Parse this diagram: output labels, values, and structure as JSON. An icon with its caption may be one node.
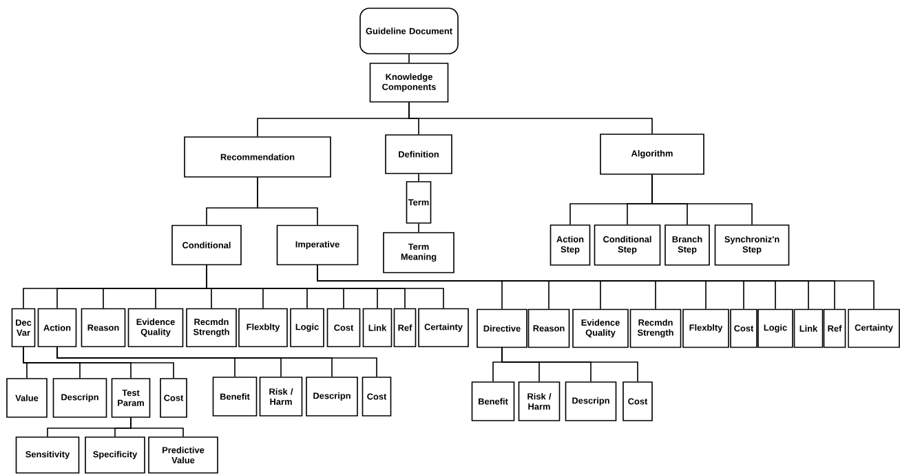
{
  "diagram": {
    "nodes": [
      {
        "text": [
          "Guideline Document"
        ]
      },
      {
        "text": [
          "Knowledge Components"
        ]
      },
      {
        "text": [
          "Recommendation"
        ]
      },
      {
        "text": [
          "Definition"
        ]
      },
      {
        "text": [
          "Algorithm"
        ]
      },
      {
        "text": [
          "Term"
        ]
      },
      {
        "text": [
          "Term Meaning"
        ]
      },
      {
        "text": [
          "Action Step"
        ]
      },
      {
        "text": [
          "Conditional Step"
        ]
      },
      {
        "text": [
          "Branch Step"
        ]
      },
      {
        "text": [
          "Synchroniz'n Step"
        ]
      },
      {
        "text": [
          "Conditional"
        ]
      },
      {
        "text": [
          "Imperative"
        ]
      },
      {
        "text": [
          "Dec Var"
        ]
      },
      {
        "text": [
          "Action"
        ]
      },
      {
        "text": [
          "Reason"
        ]
      },
      {
        "text": [
          "Evidence Quality"
        ]
      },
      {
        "text": [
          "Recmdn Strength"
        ]
      },
      {
        "text": [
          "Flexblty"
        ]
      },
      {
        "text": [
          "Logic"
        ]
      },
      {
        "text": [
          "Cost"
        ]
      },
      {
        "text": [
          "Link"
        ]
      },
      {
        "text": [
          "Ref"
        ]
      },
      {
        "text": [
          "Certainty"
        ]
      },
      {
        "text": [
          "Directive"
        ]
      },
      {
        "text": [
          "Reason"
        ]
      },
      {
        "text": [
          "Evidence Quality"
        ]
      },
      {
        "text": [
          "Recmdn Strength"
        ]
      },
      {
        "text": [
          "Flexblty"
        ]
      },
      {
        "text": [
          "Cost"
        ]
      },
      {
        "text": [
          "Logic"
        ]
      },
      {
        "text": [
          "Link"
        ]
      },
      {
        "text": [
          "Ref"
        ]
      },
      {
        "text": [
          "Certainty"
        ]
      },
      {
        "text": [
          "Value"
        ]
      },
      {
        "text": [
          "Descripn"
        ]
      },
      {
        "text": [
          "Test Param"
        ]
      },
      {
        "text": [
          "Cost"
        ]
      },
      {
        "text": [
          "Benefit"
        ]
      },
      {
        "text": [
          "Risk / Harm"
        ]
      },
      {
        "text": [
          "Descripn"
        ]
      },
      {
        "text": [
          "Cost"
        ]
      },
      {
        "text": [
          "Benefit"
        ]
      },
      {
        "text": [
          "Risk / Harm"
        ]
      },
      {
        "text": [
          "Descripn"
        ]
      },
      {
        "text": [
          "Cost"
        ]
      },
      {
        "text": [
          "Sensitivity"
        ]
      },
      {
        "text": [
          "Specificity"
        ]
      },
      {
        "text": [
          "Predictive Value"
        ]
      }
    ],
    "edges": [
      {
        "from": 0,
        "to": 1,
        "arrow": "none"
      },
      {
        "from": 1,
        "to": 2,
        "arrow": "none"
      },
      {
        "from": 1,
        "to": 3,
        "arrow": "none"
      },
      {
        "from": 1,
        "to": 4,
        "arrow": "none"
      },
      {
        "from": 3,
        "to": 5,
        "arrow": "none"
      },
      {
        "from": 5,
        "to": 6,
        "arrow": "none"
      },
      {
        "from": 4,
        "to": 7,
        "arrow": "none"
      },
      {
        "from": 4,
        "to": 8,
        "arrow": "none"
      },
      {
        "from": 4,
        "to": 9,
        "arrow": "none"
      },
      {
        "from": 4,
        "to": 10,
        "arrow": "none"
      },
      {
        "from": 2,
        "to": 11,
        "arrow": "none"
      },
      {
        "from": 2,
        "to": 12,
        "arrow": "none"
      },
      {
        "from": 11,
        "to": 13,
        "arrow": "none"
      },
      {
        "from": 11,
        "to": 14,
        "arrow": "none"
      },
      {
        "from": 11,
        "to": 15,
        "arrow": "none"
      },
      {
        "from": 11,
        "to": 16,
        "arrow": "none"
      },
      {
        "from": 11,
        "to": 17,
        "arrow": "none"
      },
      {
        "from": 11,
        "to": 18,
        "arrow": "none"
      },
      {
        "from": 11,
        "to": 19,
        "arrow": "none"
      },
      {
        "from": 11,
        "to": 20,
        "arrow": "none"
      },
      {
        "from": 11,
        "to": 21,
        "arrow": "none"
      },
      {
        "from": 11,
        "to": 22,
        "arrow": "none"
      },
      {
        "from": 11,
        "to": 23,
        "arrow": "none"
      },
      {
        "from": 12,
        "to": 24,
        "arrow": "none"
      },
      {
        "from": 12,
        "to": 25,
        "arrow": "none"
      },
      {
        "from": 12,
        "to": 26,
        "arrow": "none"
      },
      {
        "from": 12,
        "to": 27,
        "arrow": "none"
      },
      {
        "from": 12,
        "to": 28,
        "arrow": "none"
      },
      {
        "from": 12,
        "to": 29,
        "arrow": "none"
      },
      {
        "from": 12,
        "to": 30,
        "arrow": "none"
      },
      {
        "from": 12,
        "to": 31,
        "arrow": "none"
      },
      {
        "from": 12,
        "to": 32,
        "arrow": "none"
      },
      {
        "from": 12,
        "to": 33,
        "arrow": "none"
      },
      {
        "from": 13,
        "to": 34,
        "arrow": "none"
      },
      {
        "from": 13,
        "to": 35,
        "arrow": "none"
      },
      {
        "from": 13,
        "to": 36,
        "arrow": "none"
      },
      {
        "from": 13,
        "to": 37,
        "arrow": "none"
      },
      {
        "from": 14,
        "to": 38,
        "arrow": "none"
      },
      {
        "from": 14,
        "to": 39,
        "arrow": "none"
      },
      {
        "from": 14,
        "to": 40,
        "arrow": "none"
      },
      {
        "from": 14,
        "to": 41,
        "arrow": "none"
      },
      {
        "from": 24,
        "to": 42,
        "arrow": "none"
      },
      {
        "from": 24,
        "to": 43,
        "arrow": "none"
      },
      {
        "from": 24,
        "to": 44,
        "arrow": "none"
      },
      {
        "from": 24,
        "to": 45,
        "arrow": "none"
      },
      {
        "from": 36,
        "to": 46,
        "arrow": "none"
      },
      {
        "from": 36,
        "to": 47,
        "arrow": "none"
      },
      {
        "from": 36,
        "to": 48,
        "arrow": "none"
      }
    ]
  }
}
